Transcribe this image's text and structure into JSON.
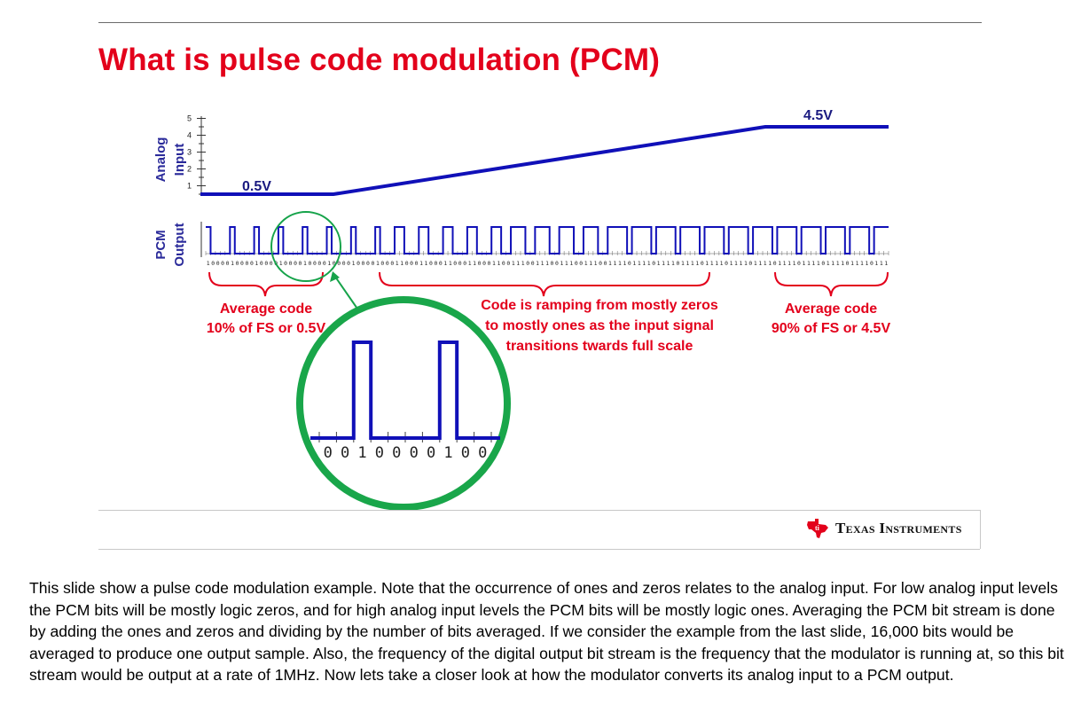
{
  "slide": {
    "title": "What is pulse code modulation (PCM)"
  },
  "diagram": {
    "analog_axis_label_line1": "Analog",
    "analog_axis_label_line2": "Input",
    "analog_ticks": [
      "1",
      "2",
      "3",
      "4",
      "5"
    ],
    "low_level_label": "0.5V",
    "high_level_label": "4.5V",
    "pcm_axis_label_line1": "PCM",
    "pcm_axis_label_line2": "Output",
    "bitstream": "100001000010000100001000010000100001000110001100011000110001100111001110011100111001111011110111101111011110111101111011110111101111011110111",
    "zoom_bits": [
      "0",
      "0",
      "1",
      "0",
      "0",
      "0",
      "0",
      "1",
      "0",
      "0"
    ],
    "left_caption": [
      "Average code",
      "10% of FS or 0.5V"
    ],
    "middle_caption": [
      "Code is ramping from mostly zeros",
      "to mostly ones as the input signal",
      "transitions twards full scale"
    ],
    "right_caption": [
      "Average code",
      "90% of FS or 4.5V"
    ],
    "colors": {
      "signal": "#1010b8",
      "annotation": "#e3001b",
      "zoom_circle": "#16a34a",
      "axis_label": "#2a2a9a"
    }
  },
  "footer": {
    "logo_icon": "texas-state-icon",
    "logo_text": "Texas Instruments"
  },
  "notes": {
    "text": "This slide show a pulse code modulation example.  Note that the occurrence of ones and zeros relates to the analog input.  For low analog input levels the PCM bits will be mostly logic zeros, and for high analog input levels the PCM bits will be mostly logic ones.  Averaging the PCM bit stream is done by adding the ones and zeros and dividing by the number of bits averaged.  If we consider the example from the last slide, 16,000 bits would be averaged to produce one output sample.  Also, the frequency of the digital output bit stream is the frequency that the modulator is running at, so this bit stream would be output at a rate of 1MHz.  Now lets take a closer look at how the modulator converts its analog input to a PCM output."
  }
}
